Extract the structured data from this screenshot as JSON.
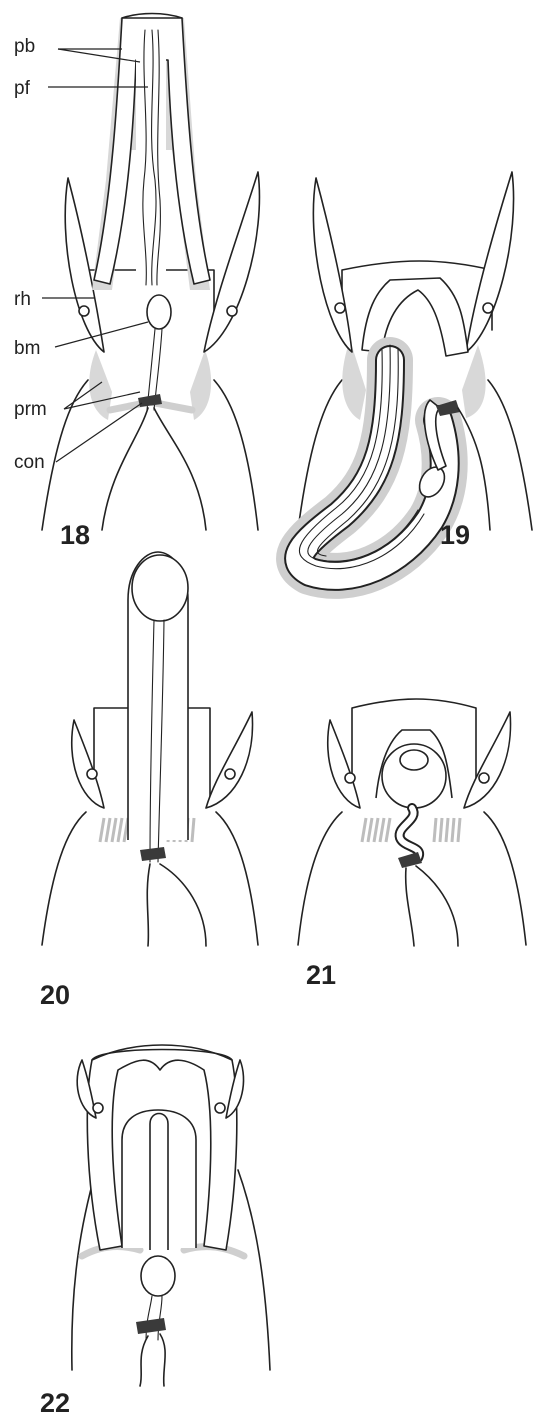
{
  "labels": {
    "pb": "pb",
    "pf": "pf",
    "rh": "rh",
    "bm": "bm",
    "prm": "prm",
    "con": "con"
  },
  "figures": [
    {
      "number": "18"
    },
    {
      "number": "19"
    },
    {
      "number": "20"
    },
    {
      "number": "21"
    },
    {
      "number": "22"
    }
  ]
}
